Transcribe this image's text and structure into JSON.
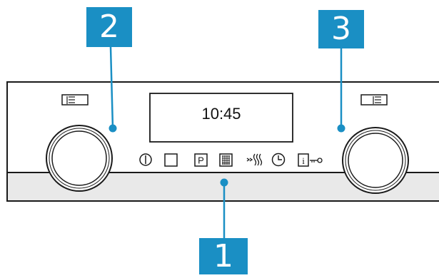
{
  "panel": {
    "display_time": "10:45",
    "left_selector_icon": "menu-list-left-icon",
    "right_selector_icon": "menu-list-right-icon",
    "left_knob": "left-rotary-knob",
    "right_knob": "right-rotary-knob"
  },
  "buttons": [
    {
      "name": "power-icon"
    },
    {
      "name": "blank-square-icon"
    },
    {
      "name": "program-p-icon"
    },
    {
      "name": "grid-matrix-icon"
    },
    {
      "name": "steam-heat-icon"
    },
    {
      "name": "clock-icon"
    },
    {
      "name": "info-key-lock-icon"
    }
  ],
  "callouts": [
    {
      "id": "c1",
      "label": "1",
      "target": "button-strip"
    },
    {
      "id": "c2",
      "label": "2",
      "target": "left-knob"
    },
    {
      "id": "c3",
      "label": "3",
      "target": "right-knob"
    }
  ],
  "colors": {
    "callout": "#1a8fc4",
    "outline": "#1a1a1a",
    "panel": "#ffffff",
    "lower_band": "#e9e9e9"
  }
}
